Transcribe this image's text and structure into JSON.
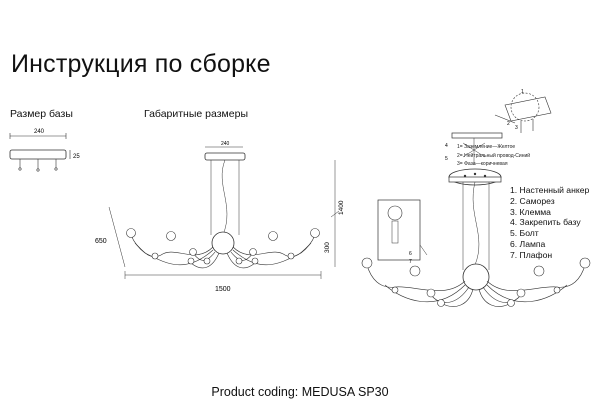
{
  "title": "Инструкция по сборке",
  "sections": {
    "base_size": "Размер базы",
    "overall_dims": "Габаритные размеры"
  },
  "base_dims": {
    "width": "240",
    "height": "25"
  },
  "overall": {
    "canopy": "240",
    "width": "1500",
    "height": "650",
    "max_drop": "1400",
    "min_drop": "300"
  },
  "wires": [
    "1= Заземление—Желтое",
    "2= Нейтральный провод-Синий",
    "3= Фаза—коричневая"
  ],
  "parts": [
    "1. Настенный анкер",
    "2. Саморез",
    "3. Клемма",
    "4. Закрепить базу",
    "5. Болт",
    "6. Лампа",
    "7. Плафон"
  ],
  "callouts": [
    "1",
    "2",
    "3",
    "4",
    "5",
    "6",
    "7"
  ],
  "footer": "Product coding: MEDUSA SP30"
}
